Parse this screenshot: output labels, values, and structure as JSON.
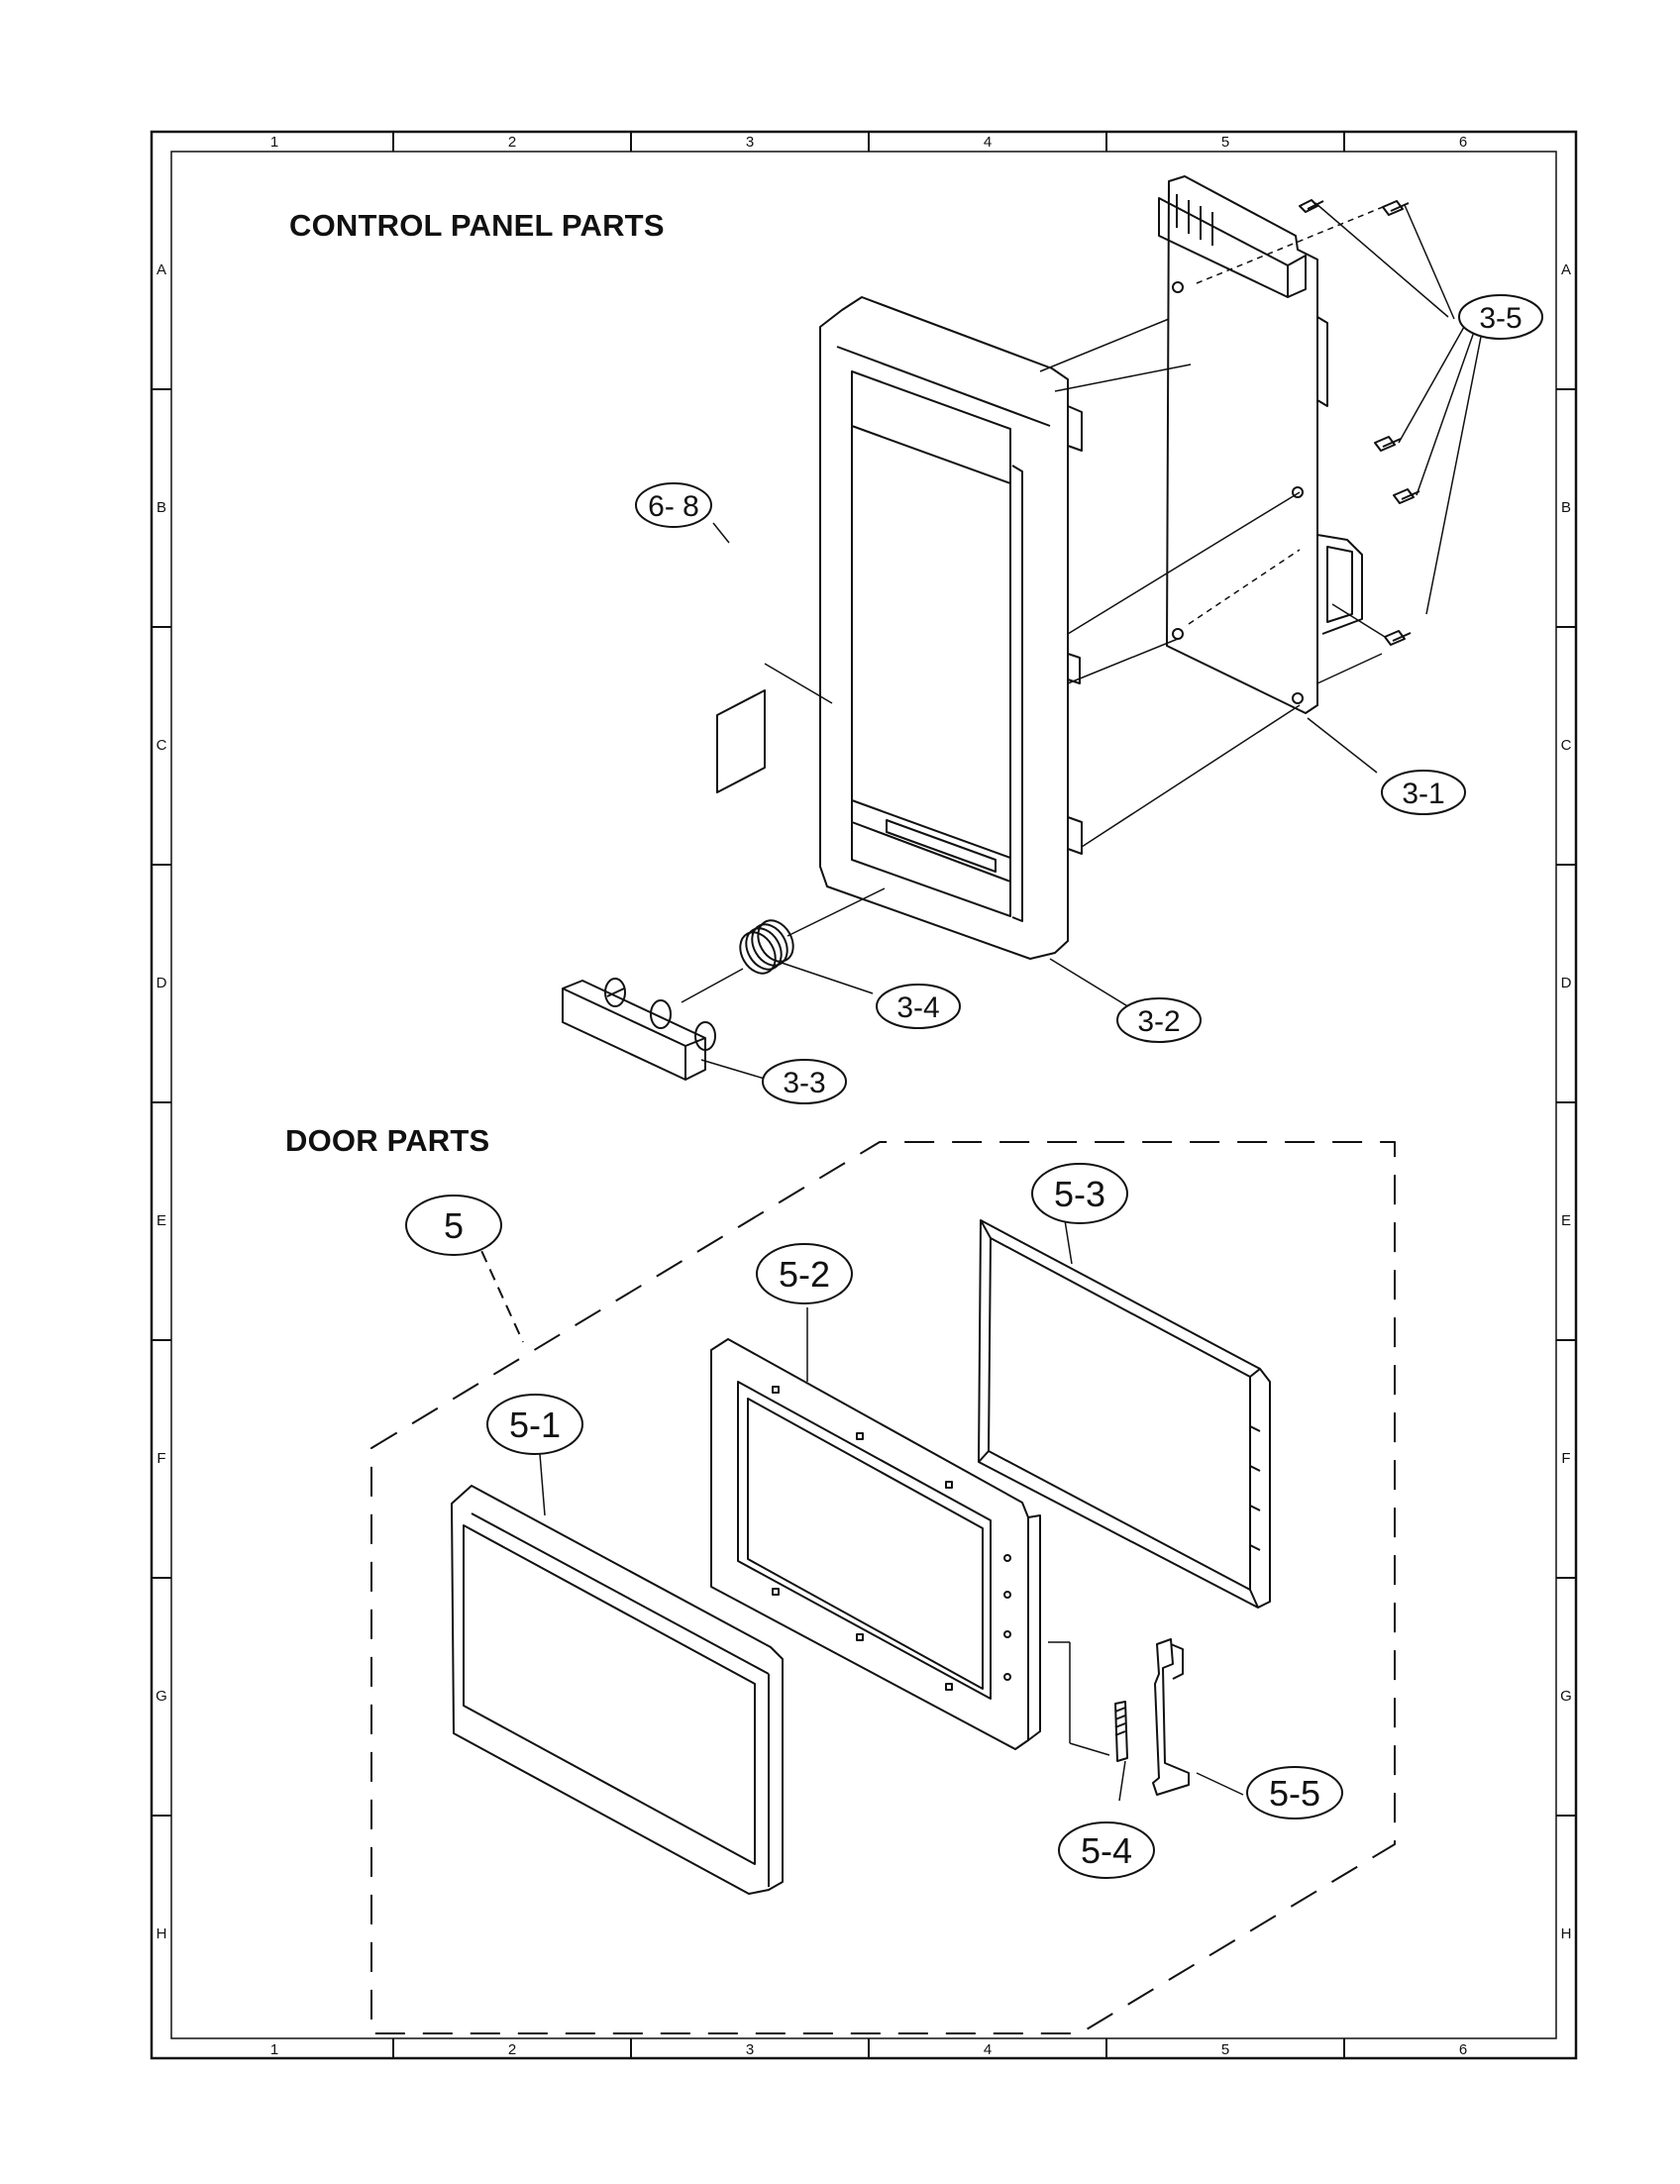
{
  "titles": {
    "control_panel": "CONTROL PANEL PARTS",
    "door": "DOOR PARTS"
  },
  "grid": {
    "columns": [
      "1",
      "2",
      "3",
      "4",
      "5",
      "6"
    ],
    "rows": [
      "A",
      "B",
      "C",
      "D",
      "E",
      "F",
      "G",
      "H"
    ]
  },
  "callouts": {
    "c3_5": "3-5",
    "c6_8": "6- 8",
    "c3_1": "3-1",
    "c3_4": "3-4",
    "c3_2": "3-2",
    "c3_3": "3-3",
    "c5": "5",
    "c5_3": "5-3",
    "c5_2": "5-2",
    "c5_1": "5-1",
    "c5_5": "5-5",
    "c5_4": "5-4"
  }
}
